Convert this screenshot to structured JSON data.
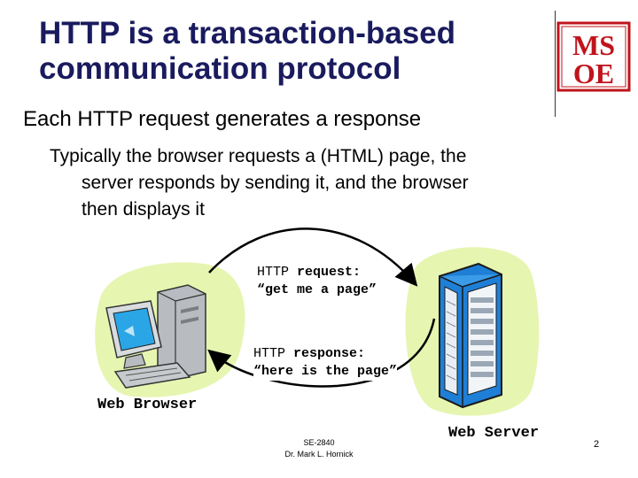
{
  "slide": {
    "title_line1": "HTTP is a transaction-based",
    "title_line2": "communication protocol",
    "bullet1": "Each HTTP request generates a response",
    "bullet2_line1": "Typically the browser requests a (HTML) page, the",
    "bullet2_line2": "server responds by sending it, and the browser",
    "bullet2_line3": "then displays it",
    "request_label_prefix": "HTTP ",
    "request_label_bold": "request:",
    "request_quote": "“get me a page”",
    "response_label_prefix": "HTTP ",
    "response_label_bold": "response:",
    "response_quote": "“here is the page”",
    "web_browser_label": "Web Browser",
    "web_server_label": "Web Server",
    "footer_course": "SE-2840",
    "footer_author": "Dr. Mark L. Hornick",
    "page_number": "2"
  },
  "logo": {
    "text_top": "MS",
    "text_bottom": "OE",
    "color": "#c0141c"
  },
  "colors": {
    "title": "#1a1a5e",
    "blob": "#e6f5b0",
    "server_blue": "#1f7fd6",
    "monitor_screen": "#2aa6e6"
  },
  "icons": [
    "web-browser-computer-icon",
    "web-server-icon",
    "msoe-logo"
  ]
}
